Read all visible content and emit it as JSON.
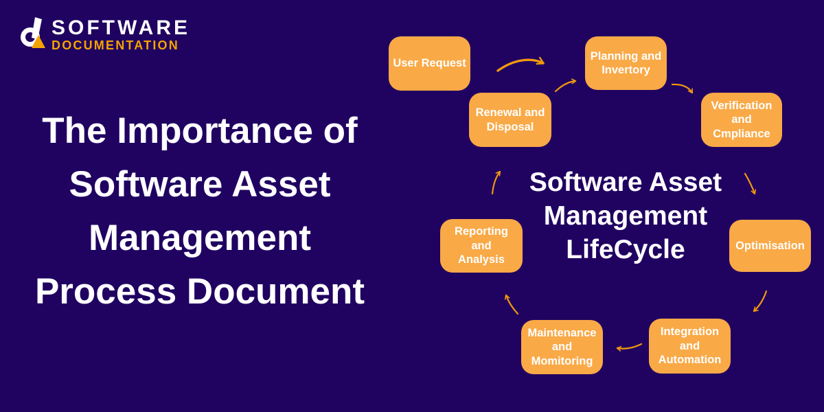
{
  "logo": {
    "icon": "d-triangle-logo-icon",
    "brand_top": "SOFTWARE",
    "brand_bottom": "DOCUMENTATION"
  },
  "main_title": {
    "lines": [
      "The Importance of",
      "Software Asset",
      "Management",
      "Process Document"
    ]
  },
  "diagram": {
    "center_title": "Software Asset\nManagement\nLifeCycle",
    "nodes": [
      {
        "id": "user-request",
        "label": "User Request"
      },
      {
        "id": "planning-inventory",
        "label": "Planning and\nInvertory"
      },
      {
        "id": "verification-compliance",
        "label": "Verification\nand\nCmpliance"
      },
      {
        "id": "optimisation",
        "label": "Optimisation"
      },
      {
        "id": "integration-automation",
        "label": "Integration\nand\nAutomation"
      },
      {
        "id": "maintenance-monitoring",
        "label": "Maintenance\nand\nMomitoring"
      },
      {
        "id": "reporting-analysis",
        "label": "Reporting\nand\nAnalysis"
      },
      {
        "id": "renewal-disposal",
        "label": "Renewal and\nDisposal"
      }
    ]
  },
  "colors": {
    "background": "#200261",
    "node_fill": "#F9A946",
    "node_text": "#FFFFFF",
    "arrow": "#F19A0E",
    "logo_orange": "#F5A302",
    "title_text": "#FFFFFF"
  }
}
